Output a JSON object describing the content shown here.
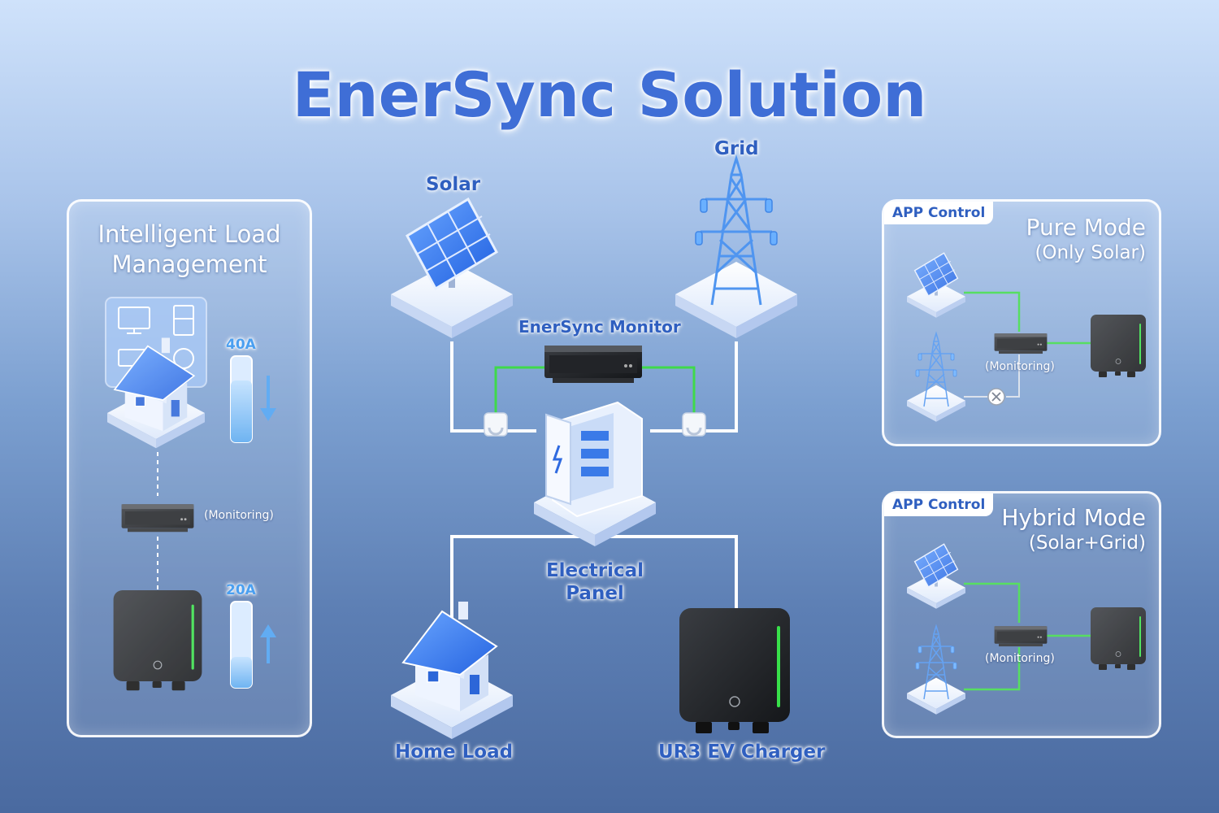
{
  "title": "EnerSync Solution",
  "center": {
    "solar_label": "Solar",
    "grid_label": "Grid",
    "monitor_label": "EnerSync Monitor",
    "panel_label_line1": "Electrical",
    "panel_label_line2": "Panel",
    "home_label": "Home Load",
    "charger_label": "UR3 EV Charger"
  },
  "left_panel": {
    "title_line1": "Intelligent Load",
    "title_line2": "Management",
    "current_top": "40A",
    "current_bottom": "20A",
    "monitoring": "(Monitoring)"
  },
  "pure_mode": {
    "tag": "APP Control",
    "title": "Pure Mode",
    "subtitle": "(Only Solar)",
    "monitoring": "(Monitoring)"
  },
  "hybrid_mode": {
    "tag": "APP Control",
    "title": "Hybrid Mode",
    "subtitle": "(Solar+Grid)",
    "monitoring": "(Monitoring)"
  },
  "colors": {
    "accent_blue": "#3f6ed6",
    "link_green": "#3fd94a",
    "charger_led": "#38e04a"
  }
}
